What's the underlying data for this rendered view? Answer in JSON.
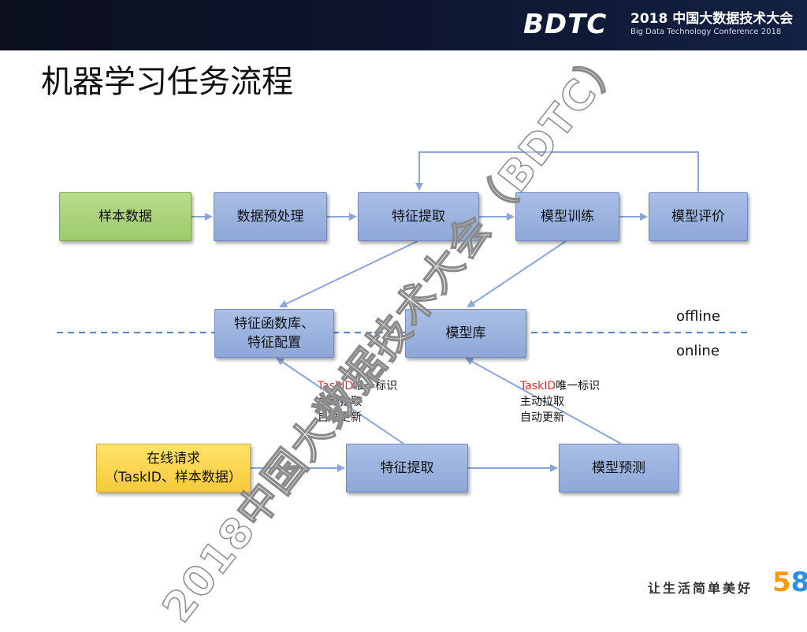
{
  "header": {
    "logo": "BDTC",
    "conference_line1": "2018 中国大数据技术大会",
    "conference_line2": "Big Data Technology Conference 2018"
  },
  "title": "机器学习任务流程",
  "nodes": {
    "sample_data": "样本数据",
    "preprocess": "数据预处理",
    "feature_extract_offline": "特征提取",
    "model_train": "模型训练",
    "model_eval": "模型评价",
    "feature_lib_line1": "特征函数库、",
    "feature_lib_line2": "特征配置",
    "model_lib": "模型库",
    "online_request_line1": "在线请求",
    "online_request_line2": "（TaskID、样本数据）",
    "feature_extract_online": "特征提取",
    "model_predict": "模型预测"
  },
  "labels": {
    "offline": "offline",
    "online": "online"
  },
  "notes": {
    "left": {
      "taskid": "TaskID",
      "line1_rest": "唯一标识",
      "line2": "主动拉取",
      "line3": "自动更新"
    },
    "right": {
      "taskid": "TaskID",
      "line1_rest": "唯一标识",
      "line2": "主动拉取",
      "line3": "自动更新"
    }
  },
  "watermark": "2018中国大数据技术大会（BDTC）",
  "footer": {
    "slogan": "让生活简单美好",
    "logo_digit1": "5",
    "logo_digit2": "8"
  },
  "colors": {
    "box_blue": "#8ea7d7",
    "box_green": "#9ccb6b",
    "box_yellow": "#f7c93a",
    "arrow": "#8aa6d6",
    "divider": "#4f86c6",
    "note_highlight": "#e03030"
  }
}
